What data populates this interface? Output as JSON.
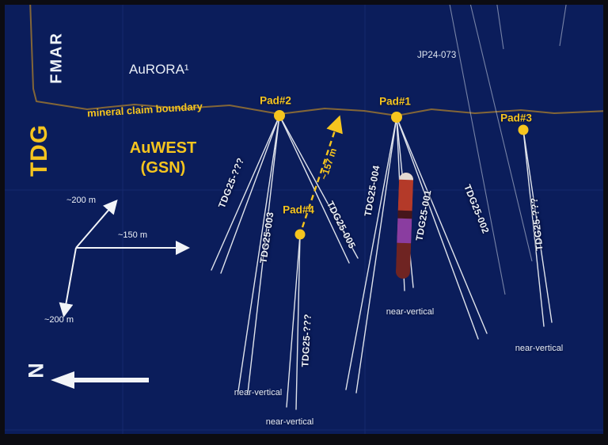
{
  "colors": {
    "background": "#0b1d5b",
    "accent_yellow": "#f6c51e",
    "boundary_line": "#8a6a36",
    "drill_line": "#f2f4f8",
    "intercept_red": "#b43a29",
    "intercept_purple": "#8a3da0"
  },
  "labels": {
    "fmar": "FMAR",
    "aurora": "AuRORA¹",
    "tdg": "TDG",
    "auwest_line1": "AuWEST",
    "auwest_line2": "(GSN)",
    "boundary": "mineral claim boundary",
    "near_vertical": "near-vertical"
  },
  "pads": [
    {
      "label": "Pad#2"
    },
    {
      "label": "Pad#1"
    },
    {
      "label": "Pad#3"
    },
    {
      "label": "Pad#4"
    }
  ],
  "holes": [
    {
      "label": "TDG25-???"
    },
    {
      "label": "TDG25-003"
    },
    {
      "label": "TDG25-005"
    },
    {
      "label": "TDG25-???"
    },
    {
      "label": "TDG25-004"
    },
    {
      "label": "TDG25-001"
    },
    {
      "label": "TDG25-002"
    },
    {
      "label": "TDG25-???"
    },
    {
      "label": "JP24-073"
    }
  ],
  "measurements": {
    "pad2_pad4_distance": "~157 m",
    "scale_up": "~200 m",
    "scale_right": "~150 m",
    "scale_down": "~200 m",
    "north": "N"
  }
}
